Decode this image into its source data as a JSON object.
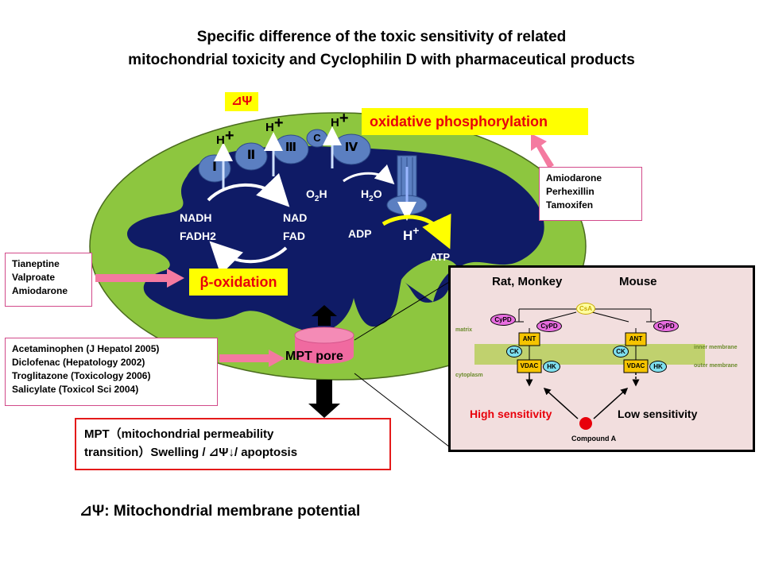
{
  "title_line1": "Specific difference of the toxic sensitivity of related",
  "title_line2": "mitochondrial toxicity and Cyclophilin D with pharmaceutical products",
  "delta_psi_label": "⊿Ψ",
  "complexes": [
    "Ⅰ",
    "Ⅱ",
    "Ⅲ",
    "C",
    "Ⅳ"
  ],
  "proton_label": "H",
  "proton_plus": "+",
  "oxphos_label": "oxidative phosphorylation",
  "o2": "O",
  "o2_sub": "2",
  "h_after_o2": "H",
  "h2o_h": "H",
  "h2o_sub": "2",
  "h2o_o": "O",
  "nadh": "NADH",
  "fadh2": "FADH2",
  "nad": "NAD",
  "fad": "FAD",
  "adp": "ADP",
  "atp": "ATP",
  "beta_ox_label": "β-oxidation",
  "mpt_pore_label": "MPT pore",
  "oxphos_drugs": [
    "Amiodarone",
    "Perhexillin",
    "Tamoxifen"
  ],
  "betaox_drugs": [
    "Tianeptine",
    "Valproate",
    "Amiodarone"
  ],
  "mpt_drugs": [
    "Acetaminophen (J Hepatol 2005)",
    "Diclofenac (Hepatology 2002)",
    "Troglitazone (Toxicology 2006)",
    "Salicylate (Toxicol Sci 2004)"
  ],
  "mpt_result_line1": "MPT（mitochondrial  permeability",
  "mpt_result_line2": "transition）Swelling  / ⊿Ψ↓/ apoptosis",
  "footnote": "⊿Ψ: Mitochondrial membrane potential",
  "inset": {
    "left_title": "Rat, Monkey",
    "right_title": "Mouse",
    "csa": "CsA",
    "cypd": "CyPD",
    "ant": "ANT",
    "ck": "CK",
    "vdac": "VDAC",
    "hk": "HK",
    "matrix": "matrix",
    "inner_membrane": "inner membrane",
    "outer_membrane": "outer membrane",
    "cytoplasm": "cytoplasm",
    "high_sensitivity": "High sensitivity",
    "low_sensitivity": "Low sensitivity",
    "compound": "Compound A"
  },
  "colors": {
    "outer_membrane": "#8dc63f",
    "matrix": "#0f1b66",
    "complex_blue": "#5b7fc1",
    "highlight": "#ffff00",
    "red_text": "#e8000b",
    "pink_arrow": "#f47aa0",
    "inset_bg": "#f2dede",
    "membrane_band": "#b7cf5a",
    "cypd_magenta": "#e86de0",
    "complex_yellow": "#f6c400",
    "ck_cyan": "#7fe0ef"
  }
}
